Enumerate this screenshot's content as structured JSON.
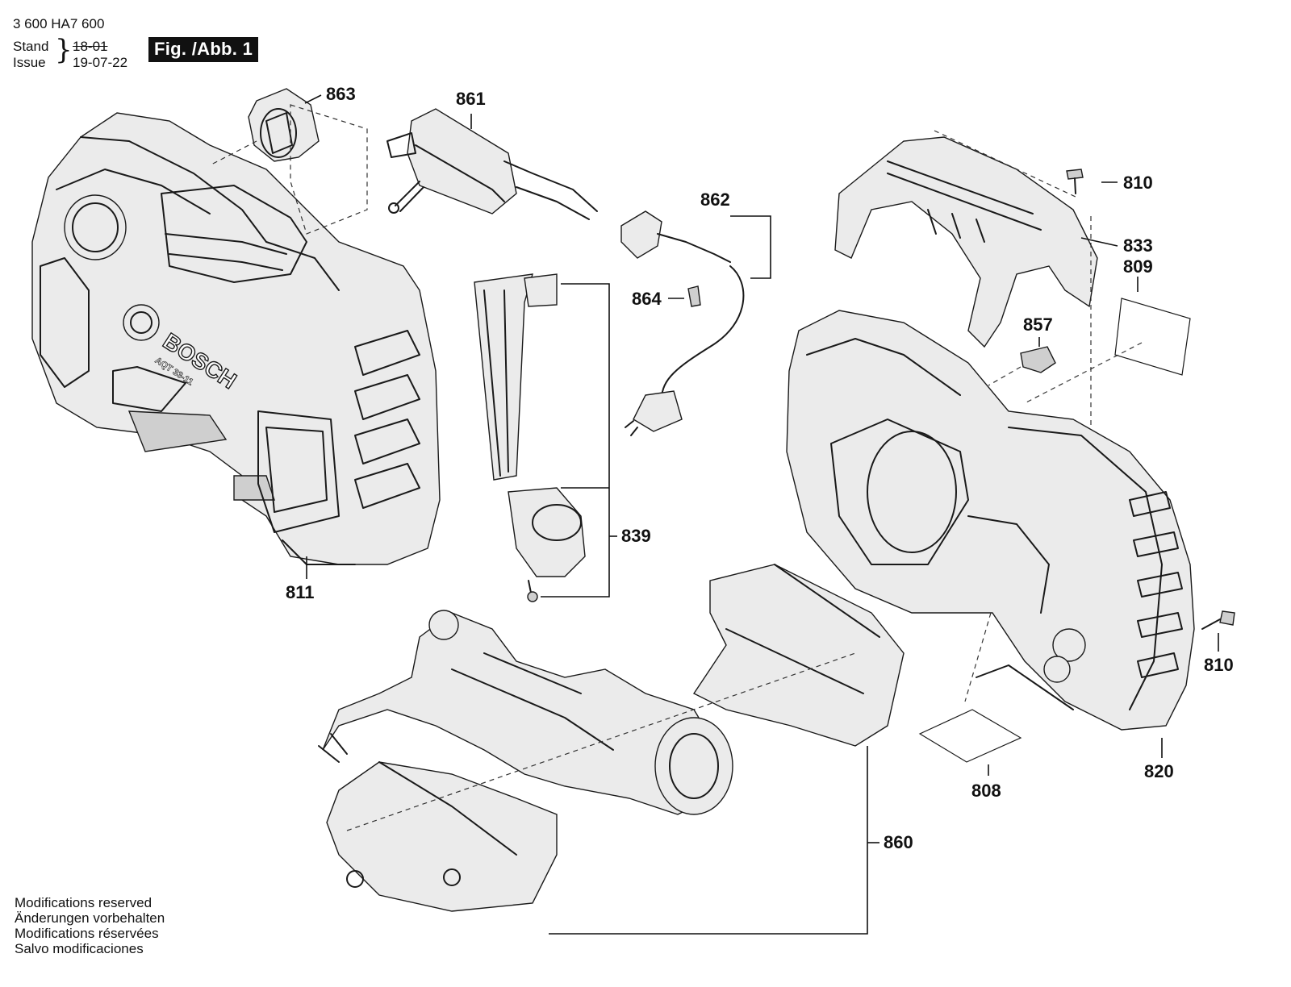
{
  "header": {
    "doc_number": "3 600 HA7 600",
    "stand_label": "Stand",
    "issue_label": "Issue",
    "stand_date": "18-01",
    "issue_date": "19-07-22",
    "figure": "Fig. /Abb. 1"
  },
  "brand": {
    "logo_text": "BOSCH",
    "model_text": "AQT 33-11"
  },
  "parts": {
    "p863": "863",
    "p861": "861",
    "p862": "862",
    "p864": "864",
    "p810a": "810",
    "p833": "833",
    "p809": "809",
    "p857": "857",
    "p811": "811",
    "p839": "839",
    "p810b": "810",
    "p820": "820",
    "p808": "808",
    "p860": "860"
  },
  "footer": {
    "lines": [
      "Modifications reserved",
      "Änderungen vorbehalten",
      "Modifications réservées",
      "Salvo modificaciones"
    ]
  }
}
